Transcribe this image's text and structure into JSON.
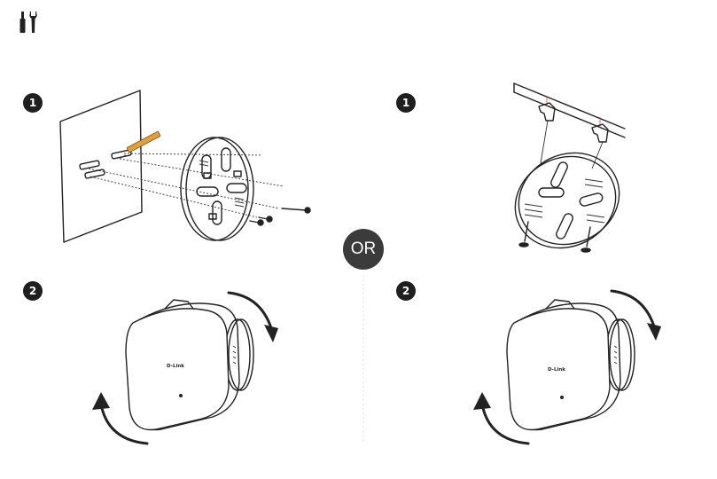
{
  "steps": {
    "wall_step1": "1",
    "ceiling_step1": "1",
    "wall_step2": "2",
    "ceiling_step2": "2"
  },
  "separator": {
    "or_label": "OR"
  },
  "device": {
    "brand_label": "D-Link"
  },
  "icons": {
    "tools": "screwdriver-wrench-icon",
    "rotate": "rotate-arrow-icon"
  }
}
